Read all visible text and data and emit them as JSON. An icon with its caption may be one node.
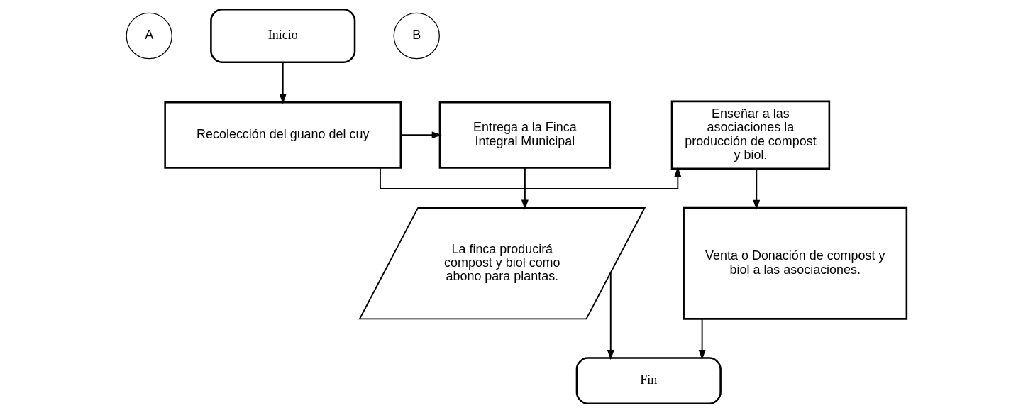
{
  "diagram": {
    "nodes": [
      {
        "text": [
          "Inicio"
        ]
      },
      {
        "text": [
          "A"
        ]
      },
      {
        "text": [
          "B"
        ]
      },
      {
        "text": [
          "Enseñar a las asociaciones la producción de compost y biol."
        ]
      },
      {
        "text": [
          "Recolección del guano del cuy"
        ]
      },
      {
        "text": [
          "Entrega a la Finca Integral Municipal"
        ]
      },
      {
        "text": [
          "Venta o Donación de compost y biol a las asociaciones."
        ]
      },
      {
        "text": [
          "La finca producirá compost y biol como abono para plantas."
        ]
      },
      {
        "text": [
          "Fin"
        ]
      }
    ],
    "edges": [
      {
        "from": 0,
        "to": 4,
        "arrow": "to"
      },
      {
        "from": 4,
        "to": 3,
        "arrow": "to"
      },
      {
        "from": 4,
        "to": 5,
        "arrow": "to"
      },
      {
        "from": 3,
        "to": 6,
        "arrow": "to"
      },
      {
        "from": 5,
        "to": 7,
        "arrow": "to"
      },
      {
        "from": 6,
        "to": 8,
        "arrow": "to"
      },
      {
        "from": 7,
        "to": 8,
        "arrow": "to"
      }
    ]
  }
}
